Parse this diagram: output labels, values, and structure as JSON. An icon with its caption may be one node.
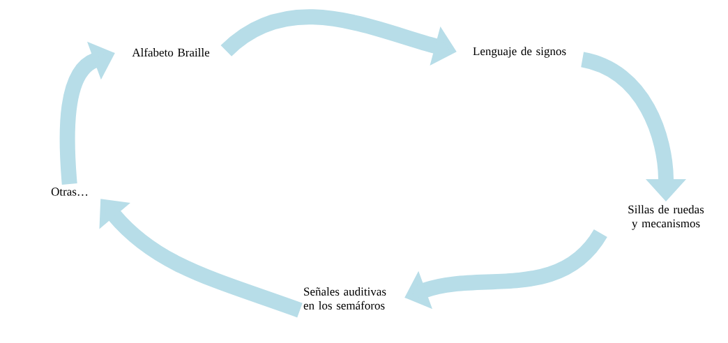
{
  "diagram": {
    "nodes": [
      {
        "text": [
          "Alfabeto Braille"
        ]
      },
      {
        "text": [
          "Lenguaje de signos"
        ]
      },
      {
        "text": [
          "Sillas de ruedas y mecanismos"
        ]
      },
      {
        "text": [
          "Señales auditivas en los semáforos"
        ]
      },
      {
        "text": [
          "Otras…"
        ]
      }
    ],
    "edges": [
      {
        "from": 0,
        "to": 1,
        "arrow": "to"
      },
      {
        "from": 1,
        "to": 2,
        "arrow": "to"
      },
      {
        "from": 2,
        "to": 3,
        "arrow": "to"
      },
      {
        "from": 3,
        "to": 4,
        "arrow": "to"
      },
      {
        "from": 4,
        "to": 0,
        "arrow": "to"
      }
    ]
  }
}
